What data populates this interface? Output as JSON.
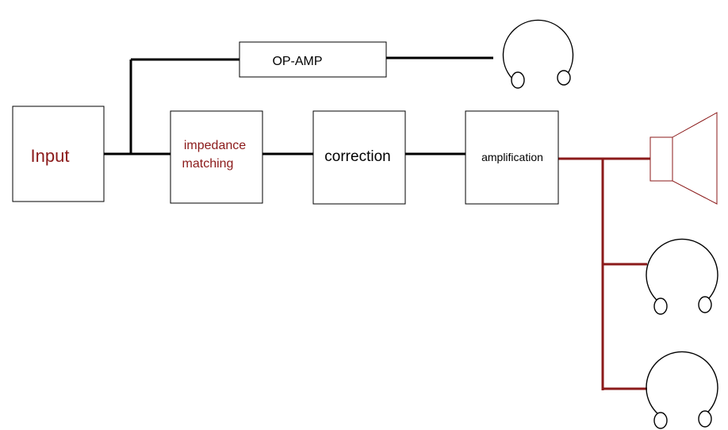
{
  "blocks": {
    "input": "Input",
    "impedance_line1": "impedance",
    "impedance_line2": "matching",
    "correction": "correction",
    "amplification": "amplification",
    "opamp": "OP-AMP"
  },
  "colors": {
    "signal": "#000000",
    "output": "#8b1a1a",
    "input_text": "#8b1a1a",
    "impedance_text": "#8b1a1a",
    "box_stroke": "#000000",
    "speaker_stroke": "#8b1a1a"
  },
  "icons": {
    "headphone": "headphone-icon",
    "speaker": "speaker-icon"
  }
}
